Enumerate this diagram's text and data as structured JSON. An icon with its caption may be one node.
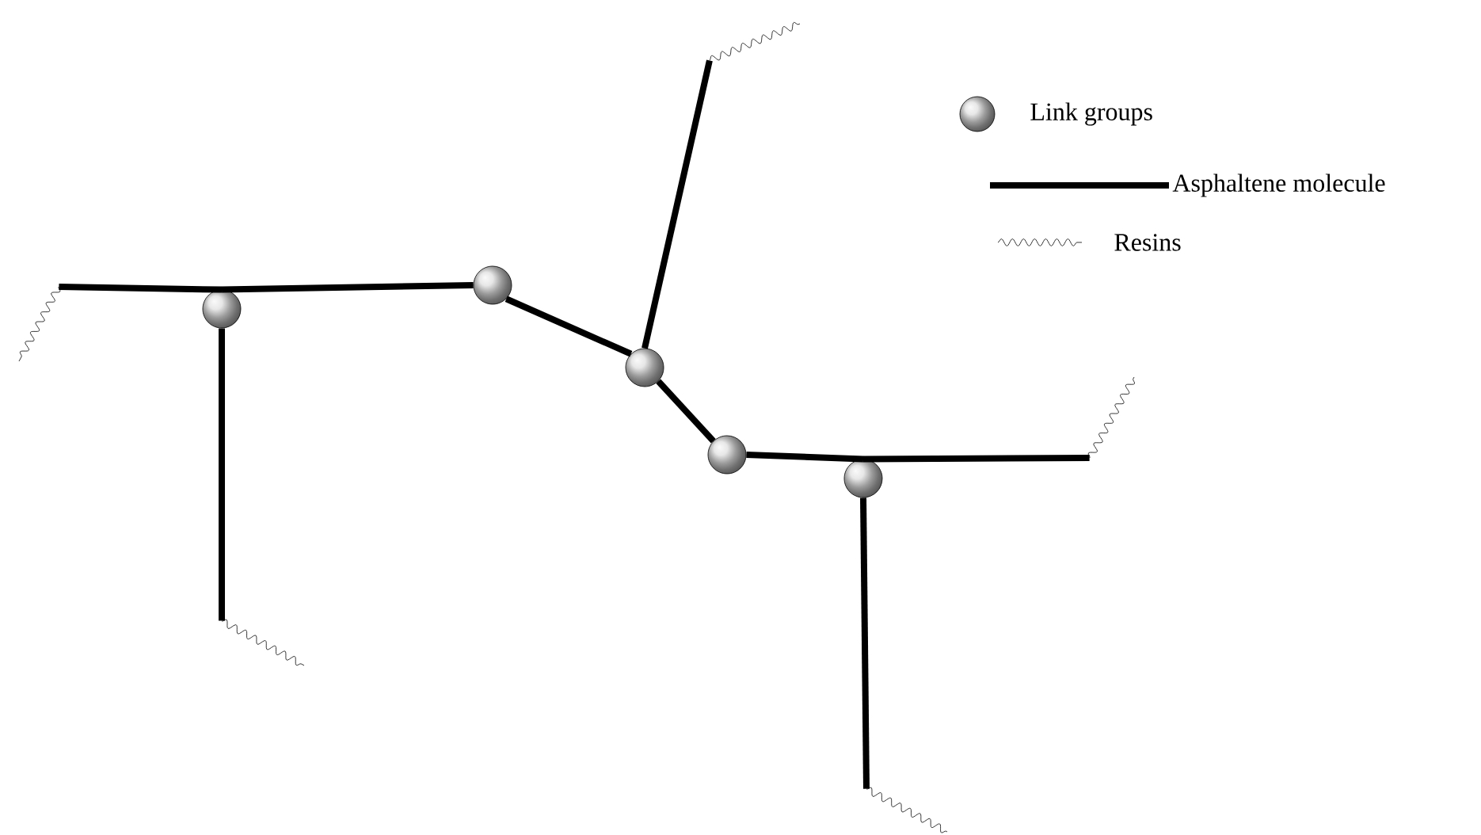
{
  "diagram": {
    "nodes": [
      {
        "text": [],
        "shape": "circle"
      },
      {
        "text": [],
        "shape": "circle"
      },
      {
        "text": [],
        "shape": "circle"
      },
      {
        "text": [],
        "shape": "circle"
      },
      {
        "text": [],
        "shape": "circle"
      },
      {
        "text": [],
        "shape": "squiggle"
      },
      {
        "text": [],
        "shape": "squiggle"
      },
      {
        "text": [],
        "shape": "squiggle"
      },
      {
        "text": [],
        "shape": "squiggle"
      },
      {
        "text": [],
        "shape": "squiggle"
      }
    ],
    "edges": [
      {
        "from": 6,
        "to": 0,
        "arrow": "none"
      },
      {
        "from": 0,
        "to": 1,
        "arrow": "none"
      },
      {
        "from": 0,
        "to": 8,
        "arrow": "none"
      },
      {
        "from": 1,
        "to": 2,
        "arrow": "none"
      },
      {
        "from": 2,
        "to": 5,
        "arrow": "none"
      },
      {
        "from": 2,
        "to": 3,
        "arrow": "none"
      },
      {
        "from": 3,
        "to": 4,
        "arrow": "none"
      },
      {
        "from": 4,
        "to": 7,
        "arrow": "none"
      },
      {
        "from": 4,
        "to": 9,
        "arrow": "none"
      }
    ],
    "legend": [
      {
        "text": "Link groups"
      },
      {
        "text": "Asphaltene molecule"
      },
      {
        "text": "Resins"
      }
    ]
  }
}
